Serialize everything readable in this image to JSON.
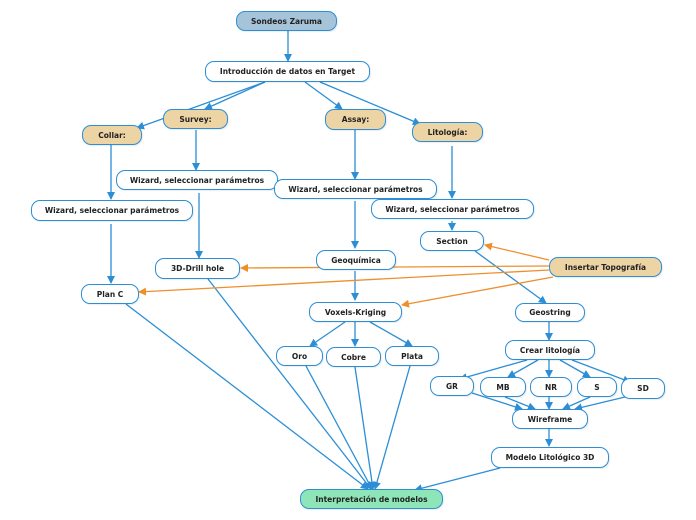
{
  "colors": {
    "line": "#2c8fd6",
    "topo_line": "#ef8f2c",
    "root_fill": "#a6c4d9",
    "tan_fill": "#ecd4a5",
    "final_fill": "#8ee5b8"
  },
  "nodes": {
    "sondeos": "Sondeos Zaruma",
    "intro": "Introducción de datos en Target",
    "collar": "Collar:",
    "survey": "Survey:",
    "assay": "Assay:",
    "litologia": "Litología:",
    "wiz1": "Wizard, seleccionar parámetros",
    "wiz2": "Wizard, seleccionar parámetros",
    "wiz3": "Wizard, seleccionar parámetros",
    "wiz4": "Wizard, seleccionar parámetros",
    "section": "Section",
    "drill3d": "3D-Drill hole",
    "geoquimica": "Geoquímica",
    "topografia": "Insertar Topografía",
    "planc": "Plan C",
    "voxels": "Voxels-Kriging",
    "geostring": "Geostring",
    "crear": "Crear litología",
    "oro": "Oro",
    "cobre": "Cobre",
    "plata": "Plata",
    "gr": "GR",
    "mb": "MB",
    "nr": "NR",
    "s": "S",
    "sd": "SD",
    "wireframe": "Wireframe",
    "modelo": "Modelo Litológico 3D",
    "interp": "Interpretación de modelos"
  }
}
